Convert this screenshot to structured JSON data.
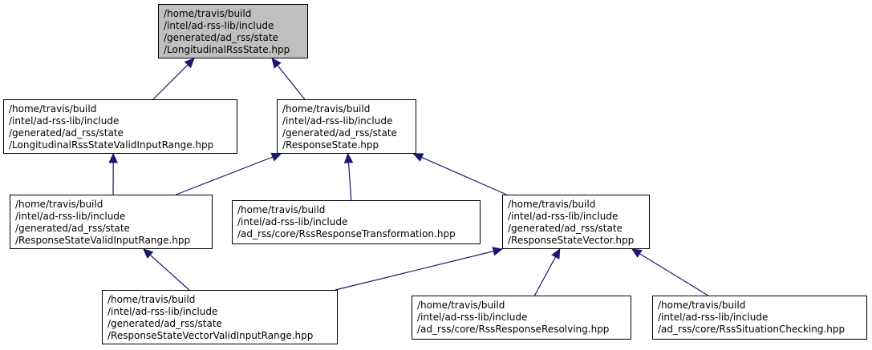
{
  "colors": {
    "edge": "#191970",
    "root_fill": "#bfbfbf",
    "node_fill": "#ffffff",
    "border": "#000000"
  },
  "nodes": [
    {
      "id": "n0",
      "lines": [
        "/home/travis/build",
        "/intel/ad-rss-lib/include",
        "/generated/ad_rss/state",
        "/LongitudinalRssState.hpp"
      ]
    },
    {
      "id": "n1",
      "lines": [
        "/home/travis/build",
        "/intel/ad-rss-lib/include",
        "/generated/ad_rss/state",
        "/LongitudinalRssStateValidInputRange.hpp"
      ]
    },
    {
      "id": "n2",
      "lines": [
        "/home/travis/build",
        "/intel/ad-rss-lib/include",
        "/generated/ad_rss/state",
        "/ResponseState.hpp"
      ]
    },
    {
      "id": "n3",
      "lines": [
        "/home/travis/build",
        "/intel/ad-rss-lib/include",
        "/generated/ad_rss/state",
        "/ResponseStateValidInputRange.hpp"
      ]
    },
    {
      "id": "n4",
      "lines": [
        "/home/travis/build",
        "/intel/ad-rss-lib/include",
        "/ad_rss/core/RssResponseTransformation.hpp"
      ]
    },
    {
      "id": "n5",
      "lines": [
        "/home/travis/build",
        "/intel/ad-rss-lib/include",
        "/generated/ad_rss/state",
        "/ResponseStateVector.hpp"
      ]
    },
    {
      "id": "n6",
      "lines": [
        "/home/travis/build",
        "/intel/ad-rss-lib/include",
        "/generated/ad_rss/state",
        "/ResponseStateVectorValidInputRange.hpp"
      ]
    },
    {
      "id": "n7",
      "lines": [
        "/home/travis/build",
        "/intel/ad-rss-lib/include",
        "/ad_rss/core/RssResponseResolving.hpp"
      ]
    },
    {
      "id": "n8",
      "lines": [
        "/home/travis/build",
        "/intel/ad-rss-lib/include",
        "/ad_rss/core/RssSituationChecking.hpp"
      ]
    }
  ],
  "edges": [
    {
      "from": "n1",
      "to": "n0"
    },
    {
      "from": "n2",
      "to": "n0"
    },
    {
      "from": "n3",
      "to": "n1"
    },
    {
      "from": "n3",
      "to": "n2"
    },
    {
      "from": "n4",
      "to": "n2"
    },
    {
      "from": "n5",
      "to": "n2"
    },
    {
      "from": "n6",
      "to": "n3"
    },
    {
      "from": "n6",
      "to": "n5"
    },
    {
      "from": "n7",
      "to": "n5"
    },
    {
      "from": "n8",
      "to": "n5"
    }
  ]
}
